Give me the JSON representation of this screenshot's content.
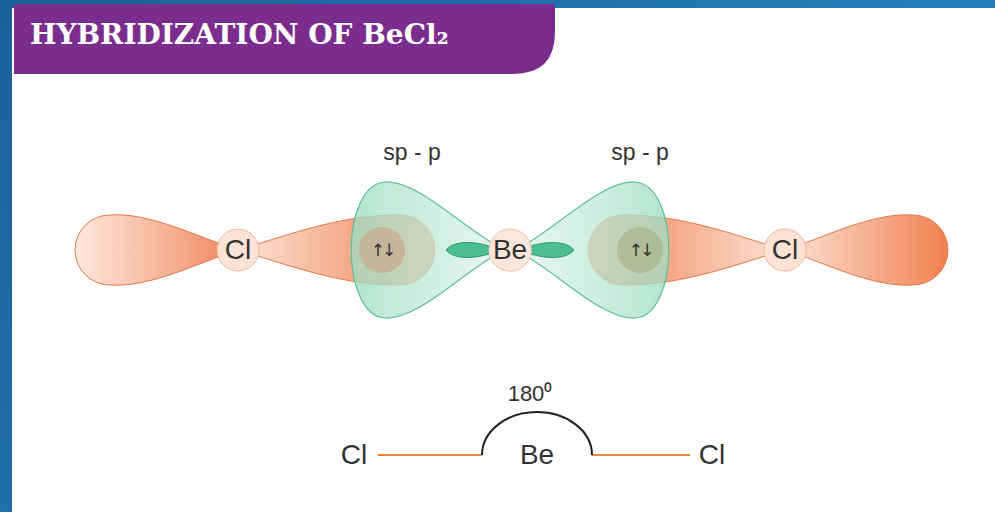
{
  "diagram": {
    "title": "HYBRIDIZATION OF BeCl₂",
    "nodes": [
      {
        "text": [
          "Cl"
        ]
      },
      {
        "text": [
          "Be"
        ]
      },
      {
        "text": [
          "Cl"
        ]
      }
    ],
    "labels": [
      "sp - p",
      "sp - p",
      "↑↓",
      "↑↓",
      "180⁰",
      "Cl",
      "Be",
      "Cl"
    ]
  }
}
